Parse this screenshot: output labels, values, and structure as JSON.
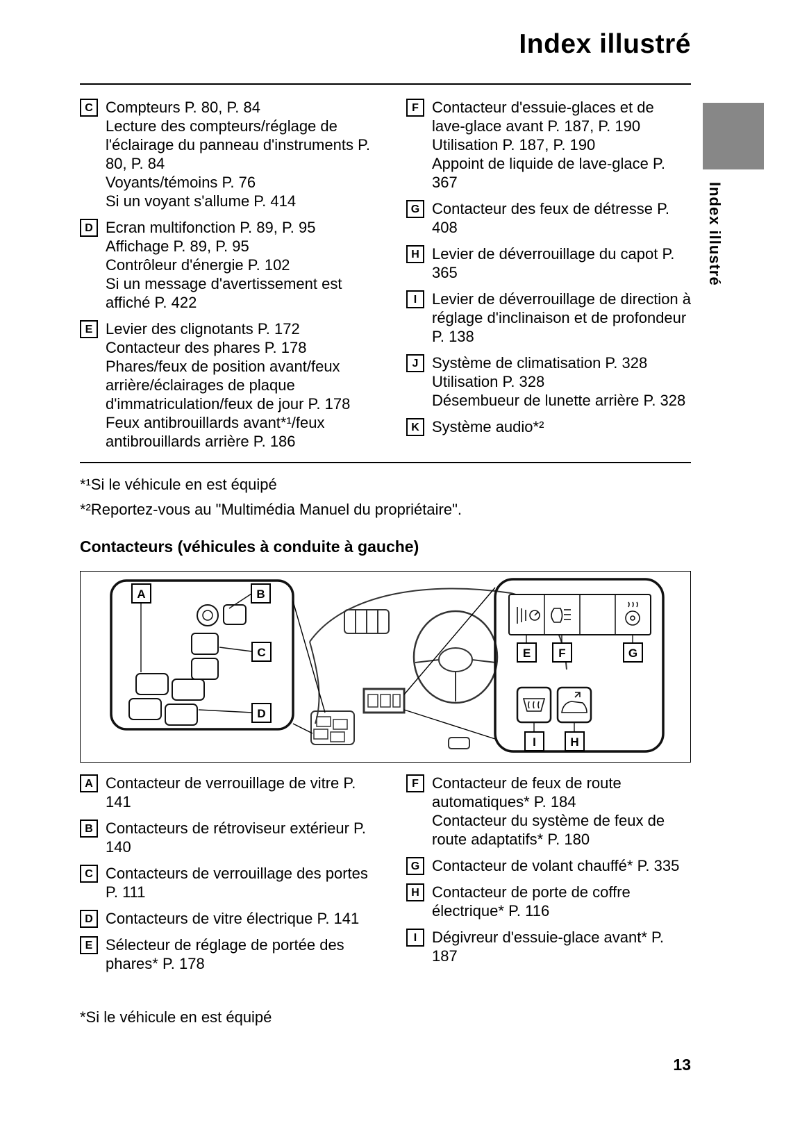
{
  "page": {
    "title": "Index illustré",
    "side_tab_label": "Index illustré",
    "page_number": "13"
  },
  "top_section": {
    "left_items": [
      {
        "label": "C",
        "lines": [
          "Compteurs P. 80, P. 84",
          "Lecture des compteurs/réglage de l'éclairage du panneau d'instruments P. 80, P. 84",
          "Voyants/témoins P. 76",
          "Si un voyant s'allume P. 414"
        ]
      },
      {
        "label": "D",
        "lines": [
          "Ecran multifonction P. 89, P. 95",
          "Affichage P. 89, P. 95",
          "Contrôleur d'énergie P. 102",
          "Si un message d'avertissement est affiché P. 422"
        ]
      },
      {
        "label": "E",
        "lines": [
          "Levier des clignotants P. 172",
          "Contacteur des phares P. 178",
          "Phares/feux de position avant/feux arrière/éclairages de plaque d'immatriculation/feux de jour P. 178",
          "Feux antibrouillards avant*¹/feux antibrouillards arrière P. 186"
        ]
      }
    ],
    "right_items": [
      {
        "label": "F",
        "lines": [
          "Contacteur d'essuie-glaces et de lave-glace avant P. 187, P. 190",
          "Utilisation P. 187, P. 190",
          "Appoint de liquide de lave-glace P. 367"
        ]
      },
      {
        "label": "G",
        "lines": [
          "Contacteur des feux de détresse P. 408"
        ]
      },
      {
        "label": "H",
        "lines": [
          "Levier de déverrouillage du capot P. 365"
        ]
      },
      {
        "label": "I",
        "lines": [
          "Levier de déverrouillage de direction à réglage d'inclinaison et de profondeur P. 138"
        ]
      },
      {
        "label": "J",
        "lines": [
          "Système de climatisation P. 328",
          "Utilisation P. 328",
          "Désembueur de lunette arrière P. 328"
        ]
      },
      {
        "label": "K",
        "lines": [
          "Système audio*²"
        ]
      }
    ],
    "footnote_1": "*¹Si le véhicule en est équipé",
    "footnote_2": "*²Reportez-vous au \"Multimédia Manuel du propriétaire\"."
  },
  "contacteurs_section": {
    "heading": "Contacteurs (véhicules à conduite à gauche)",
    "diagram_labels": {
      "a": "A",
      "b": "B",
      "c": "C",
      "d": "D",
      "e": "E",
      "f": "F",
      "g": "G",
      "h": "H",
      "i": "I"
    },
    "diagram_icons": [
      "headlight-leveling-icon",
      "auto-high-beam-icon",
      "heated-steering-wheel-icon",
      "wiper-deicer-icon",
      "power-tailgate-icon"
    ],
    "left_items": [
      {
        "label": "A",
        "lines": [
          "Contacteur de verrouillage de vitre P. 141"
        ]
      },
      {
        "label": "B",
        "lines": [
          "Contacteurs de rétroviseur extérieur P. 140"
        ]
      },
      {
        "label": "C",
        "lines": [
          "Contacteurs de verrouillage des portes P. 111"
        ]
      },
      {
        "label": "D",
        "lines": [
          "Contacteurs de vitre électrique P. 141"
        ]
      },
      {
        "label": "E",
        "lines": [
          "Sélecteur de réglage de portée des phares* P. 178"
        ]
      }
    ],
    "right_items": [
      {
        "label": "F",
        "lines": [
          "Contacteur de feux de route automatiques* P. 184",
          "Contacteur du système de feux de route adaptatifs* P. 180"
        ]
      },
      {
        "label": "G",
        "lines": [
          "Contacteur de volant chauffé* P. 335"
        ]
      },
      {
        "label": "H",
        "lines": [
          "Contacteur de porte de coffre électrique* P. 116"
        ]
      },
      {
        "label": "I",
        "lines": [
          "Dégivreur d'essuie-glace avant* P. 187"
        ]
      }
    ],
    "footnote": "*Si le véhicule en est équipé"
  }
}
